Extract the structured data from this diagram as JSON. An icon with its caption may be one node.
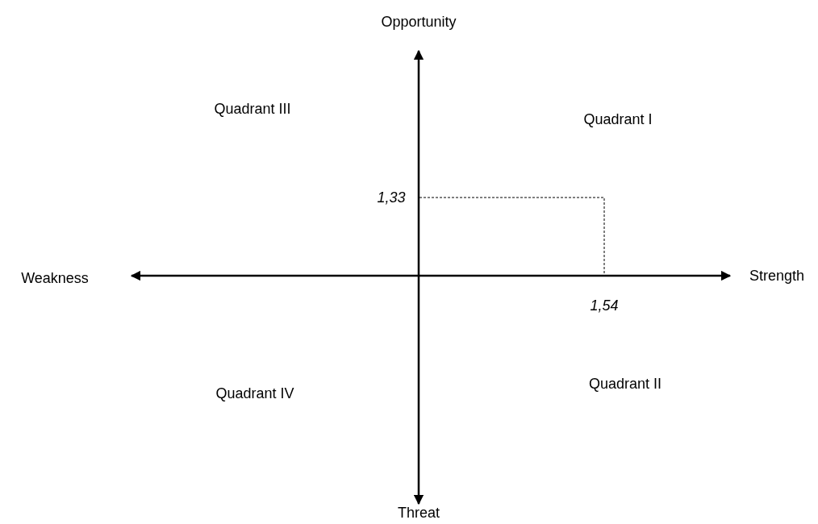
{
  "diagram": {
    "labels": [
      "Opportunity",
      "Quadrant III",
      "Quadrant I",
      "1,33",
      "Weakness",
      "Strength",
      "1,54",
      "Quadrant IV",
      "Quadrant II",
      "Threat"
    ]
  }
}
